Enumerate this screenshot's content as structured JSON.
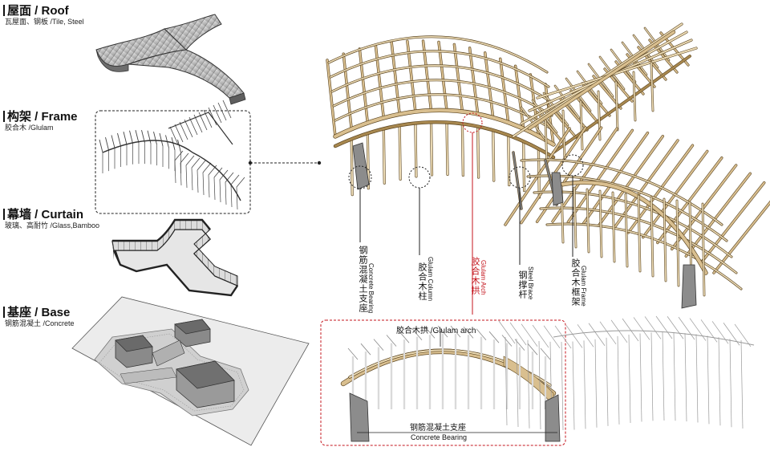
{
  "layers": [
    {
      "id": "roof",
      "title": "屋面 / Roof",
      "subtitle": "瓦屋面、钢板 /Tile, Steel"
    },
    {
      "id": "frame",
      "title": "构架 / Frame",
      "subtitle": "胶合木 /Glulam"
    },
    {
      "id": "curtain",
      "title": "幕墙 / Curtain",
      "subtitle": "玻璃、高耐竹 /Glass,Bamboo"
    },
    {
      "id": "base",
      "title": "基座 / Base",
      "subtitle": "钢筋混凝土 /Concrete"
    }
  ],
  "labels": [
    {
      "id": "concrete-bearing",
      "cn": "钢筋混凝土支座",
      "en": "Concrete Bearing",
      "highlight": false
    },
    {
      "id": "glulam-column",
      "cn": "胶合木柱",
      "en": "Glulam Column",
      "highlight": false
    },
    {
      "id": "glulam-arch",
      "cn": "胶合木拱",
      "en": "Glulam Arch",
      "highlight": true
    },
    {
      "id": "steel-brace",
      "cn": "钢撑杆",
      "en": "Steel Brace",
      "highlight": false
    },
    {
      "id": "glulam-frame",
      "cn": "胶合木框架",
      "en": "Glulam Frame",
      "highlight": false
    }
  ],
  "detail": {
    "arch_label": "胶合木拱 /Glulam arch",
    "bearing_cn": "钢筋混凝土支座",
    "bearing_en": "Concrete Bearing"
  },
  "colors": {
    "wood": "#d9bf8f",
    "wood_dark": "#a8884f",
    "wood_light": "#eddcb6",
    "concrete": "#8c8c8c",
    "highlight": "#c4141c",
    "line": "#222222"
  }
}
